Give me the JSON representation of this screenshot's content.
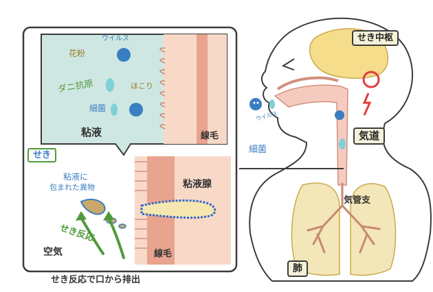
{
  "labels": {
    "cough_center": "せき中枢",
    "trachea": "気道",
    "bronchi": "気管支",
    "lung": "肺",
    "virus": "ウイルス",
    "bacteria": "細菌",
    "pollen": "花粉",
    "mite_allergen": "ダニ抗原",
    "dust": "ほこり",
    "mucus": "粘液",
    "cilia_top": "線毛",
    "cough": "せき",
    "foreign_in_mucus_line1": "粘液に",
    "foreign_in_mucus_line2": "包まれた異物",
    "mucous_gland": "粘液腺",
    "cough_reflex": "せき反応",
    "air": "空気",
    "cilia_bottom": "線毛",
    "caption": "せき反応で口から排出",
    "virus_small": "ウイルス",
    "bacteria_small": "細菌"
  },
  "colors": {
    "outline": "#3a3a3a",
    "lung_fill": "#f3e6b8",
    "brain_fill": "#f6dd8c",
    "mucus_fill": "#cfe7e2",
    "tissue_fill": "#f8d9c8",
    "airway_fill": "#f6cbbf",
    "virus": "#3a7ec2",
    "bacteria": "#7fd0d6",
    "gland": "#2f66c8",
    "arrow_green": "#4f9a3a",
    "alarm_red": "#e23a3a"
  }
}
